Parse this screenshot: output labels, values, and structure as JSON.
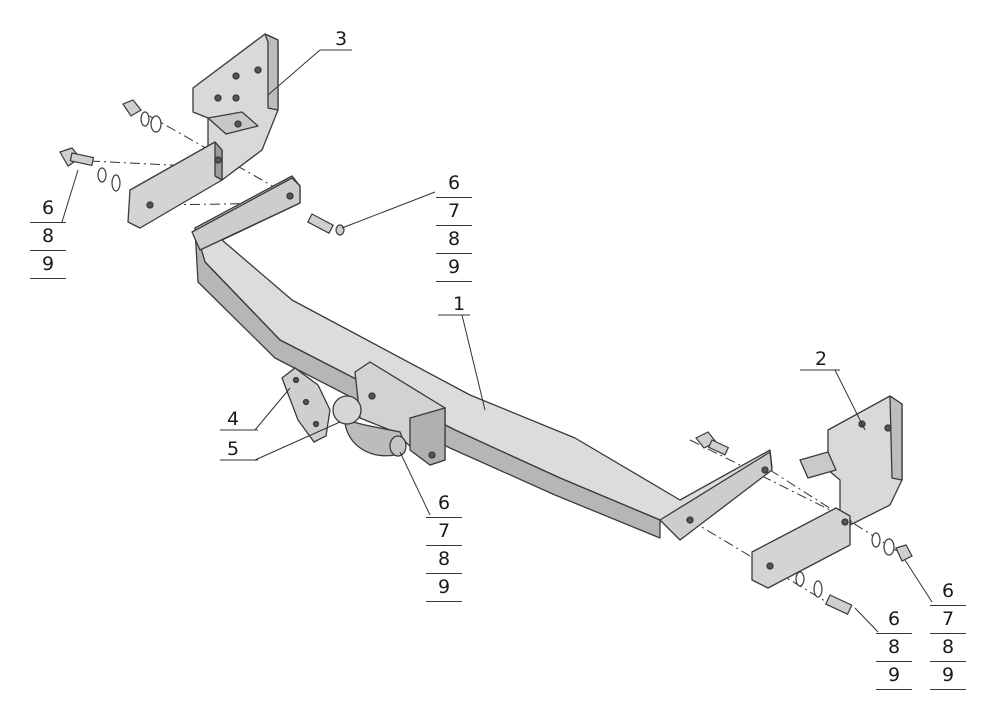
{
  "callouts": {
    "main_beam": "1",
    "right_bracket": "2",
    "left_bracket": "3",
    "ball_plate": "4",
    "tow_ball": "5"
  },
  "fastener_stacks": {
    "upper_left": [
      "6",
      "8",
      "9"
    ],
    "upper_center": [
      "6",
      "7",
      "8",
      "9"
    ],
    "ball_mount": [
      "6",
      "7",
      "8",
      "9"
    ],
    "lower_right_bolt": [
      "6",
      "8",
      "9"
    ],
    "far_right_nut": [
      "6",
      "7",
      "8",
      "9"
    ]
  },
  "colors": {
    "metal_light": "#d9d9d9",
    "metal_mid": "#bdbdbd",
    "metal_dark": "#8e8e8e",
    "outline": "#3a3a3a",
    "leader": "#333333"
  }
}
